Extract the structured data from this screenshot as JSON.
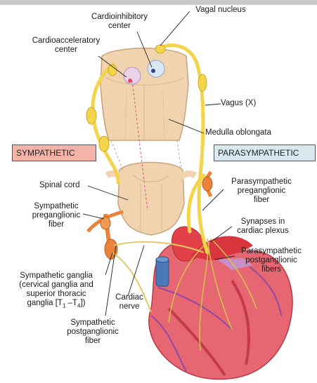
{
  "labels": {
    "vagal_nucleus": "Vagal nucleus",
    "cardioinhibitory_1": "Cardioinhibitory",
    "cardioinhibitory_2": "center",
    "cardioacceleratory_1": "Cardioacceleratory",
    "cardioacceleratory_2": "center",
    "vagus": "Vagus (X)",
    "medulla": "Medulla oblongata",
    "sympathetic": "SYMPATHETIC",
    "parasympathetic": "PARASYMPATHETIC",
    "spinal_cord": "Spinal cord",
    "symp_pre_1": "Sympathetic",
    "symp_pre_2": "preganglionic",
    "symp_pre_3": "fiber",
    "para_pre_1": "Parasympathetic",
    "para_pre_2": "preganglionic",
    "para_pre_3": "fiber",
    "synapses_1": "Synapses in",
    "synapses_2": "cardiac plexus",
    "para_post_1": "Parasympathetic",
    "para_post_2": "postganglionic",
    "para_post_3": "fibers",
    "symp_ganglia_1": "Sympathetic ganglia",
    "symp_ganglia_2": "(cervical ganglia and",
    "symp_ganglia_3": "superior thoracic",
    "symp_ganglia_4": "ganglia [T",
    "symp_ganglia_sub1": "1",
    "symp_ganglia_mid": " –T",
    "symp_ganglia_sub2": "4",
    "symp_ganglia_end": "])",
    "cardiac_1": "Cardiac",
    "cardiac_2": "nerve",
    "symp_post_1": "Sympathetic",
    "symp_post_2": "postganglionic",
    "symp_post_3": "fiber"
  },
  "colors": {
    "nerve_yellow": "#f3d44a",
    "tissue_tan": "#f2d3b0",
    "heart_red": "#e0484f",
    "sympathetic_orange": "#e9823a",
    "vessel_blue": "#4a78b8"
  }
}
